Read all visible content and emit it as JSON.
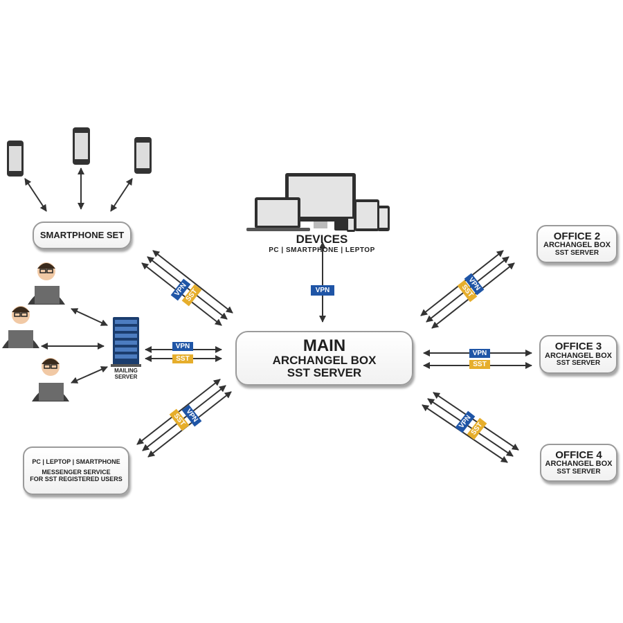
{
  "main_box": {
    "line1": "MAIN",
    "line2": "ARCHANGEL BOX",
    "line3": "SST SERVER"
  },
  "smartphone_set": {
    "label": "SMARTPHONE SET"
  },
  "devices": {
    "title": "DEVICES",
    "subtitle": "PC | SMARTPHONE | LEPTOP"
  },
  "mailing_server": {
    "line1": "MAILING",
    "line2": "SERVER"
  },
  "messenger": {
    "line1": "PC | LEPTOP | SMARTPHONE",
    "line2": "MESSENGER SERVICE",
    "line3": "FOR SST  REGISTERED USERS"
  },
  "office2": {
    "line1": "OFFICE 2",
    "line2": "ARCHANGEL BOX",
    "line3": "SST SERVER"
  },
  "office3": {
    "line1": "OFFICE 3",
    "line2": "ARCHANGEL BOX",
    "line3": "SST SERVER"
  },
  "office4": {
    "line1": "OFFICE 4",
    "line2": "ARCHANGEL BOX",
    "line3": "SST SERVER"
  },
  "tags": {
    "vpn": "VPN",
    "sst": "SST"
  },
  "colors": {
    "vpn": "#1f55a6",
    "sst": "#e6ae2c",
    "arrow": "#333333",
    "box_border": "#9a9a9a"
  }
}
